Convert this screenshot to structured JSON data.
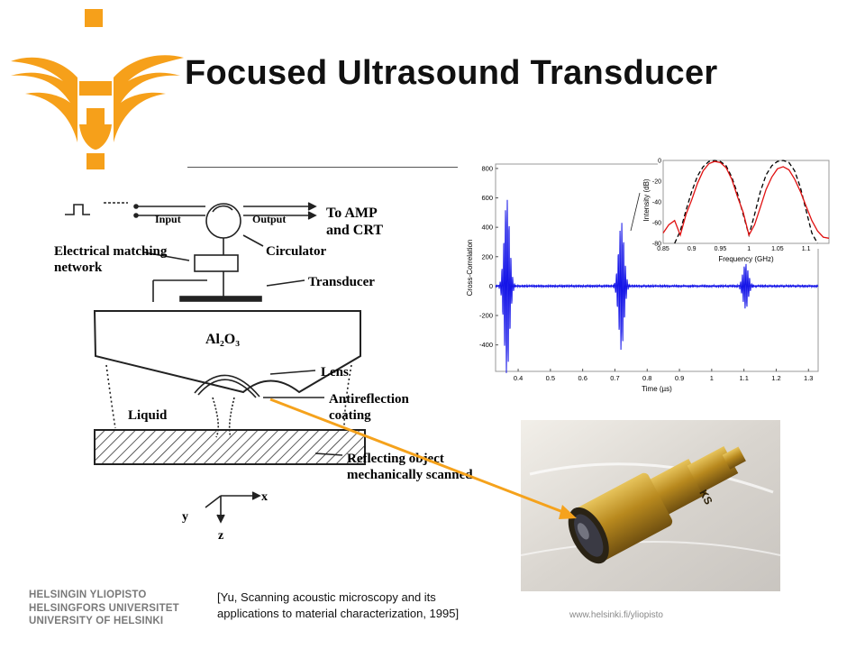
{
  "slide": {
    "title": "Focused Ultrasound Transducer",
    "citation": [
      "[Yu, Scanning acoustic microscopy  and its",
      "applications to material characterization, 1995]"
    ],
    "university": [
      "HELSINGIN YLIOPISTO",
      "HELSINGFORS UNIVERSITET",
      "UNIVERSITY OF HELSINKI"
    ],
    "url": "www.helsinki.fi/yliopisto",
    "colors": {
      "brand_orange": "#f6a01a",
      "signal_blue": "#1515e8",
      "inset_red": "#e01010",
      "arrow": "#f5a21c"
    }
  },
  "schematic": {
    "input_label": "Input",
    "output_label": "Output",
    "to_amp": "To  AMP",
    "and_crt": "and CRT",
    "electrical_1": "Electrical matching",
    "electrical_2": "network",
    "circulator": "Circulator",
    "transducer": "Transducer",
    "material": "Al₂O₃",
    "lens": "Lens",
    "antireflection_1": "Antireflection",
    "antireflection_2": "coating",
    "liquid": "Liquid",
    "reflecting_1": "Reflecting object",
    "reflecting_2": "mechanically scanned",
    "axis_x": "x",
    "axis_y": "y",
    "axis_z": "z"
  },
  "chart_data": [
    {
      "type": "line",
      "xlabel": "Time (µs)",
      "ylabel": "Cross-Correlation",
      "xlim": [
        0.33,
        1.33
      ],
      "ylim": [
        -580,
        830
      ],
      "x_ticks": [
        0.4,
        0.5,
        0.6,
        0.7,
        0.8,
        0.9,
        1,
        1.1,
        1.2,
        1.3
      ],
      "y_ticks": [
        -400,
        -200,
        0,
        200,
        400,
        600,
        800
      ],
      "grid": false,
      "series": [
        {
          "color": "#1515e8",
          "bursts": [
            {
              "center_us": 0.365,
              "peak": 620,
              "trough": -570
            },
            {
              "center_us": 0.72,
              "peak": 450,
              "trough": -420
            },
            {
              "center_us": 1.105,
              "peak": 180,
              "trough": -130
            }
          ]
        }
      ]
    },
    {
      "type": "line",
      "xlabel": "Frequency (GHz)",
      "ylabel": "Intensity (dB)",
      "xlim": [
        0.85,
        1.14
      ],
      "ylim": [
        -80,
        0
      ],
      "x_ticks": [
        "0.85",
        "0.9",
        "0.95",
        "1",
        "1.05",
        "1.1"
      ],
      "y_ticks": [
        0,
        -20,
        -40,
        -60,
        -80
      ],
      "series": [
        {
          "style": "solid",
          "color": "#e01010",
          "x": [
            0.85,
            0.86,
            0.87,
            0.88,
            0.89,
            0.9,
            0.91,
            0.92,
            0.93,
            0.94,
            0.95,
            0.96,
            0.97,
            0.98,
            0.99,
            1.0,
            1.01,
            1.02,
            1.03,
            1.04,
            1.05,
            1.06,
            1.07,
            1.08,
            1.09,
            1.1,
            1.11,
            1.12,
            1.13,
            1.14
          ],
          "y": [
            -70,
            -62,
            -58,
            -72,
            -52,
            -38,
            -22,
            -10,
            -3,
            -1,
            -2,
            -7,
            -18,
            -35,
            -50,
            -72,
            -62,
            -45,
            -28,
            -16,
            -8,
            -6,
            -9,
            -18,
            -30,
            -44,
            -58,
            -68,
            -74,
            -75
          ]
        },
        {
          "style": "dashed",
          "color": "#000000",
          "x": [
            0.87,
            0.88,
            0.89,
            0.9,
            0.91,
            0.92,
            0.93,
            0.94,
            0.95,
            0.96,
            0.97,
            0.98,
            0.99,
            1.0,
            1.01,
            1.02,
            1.03,
            1.04,
            1.05,
            1.06,
            1.07,
            1.08,
            1.09,
            1.1,
            1.11,
            1.12
          ],
          "y": [
            -80,
            -68,
            -48,
            -30,
            -15,
            -6,
            -1,
            0,
            -1,
            -5,
            -16,
            -32,
            -52,
            -72,
            -52,
            -30,
            -14,
            -5,
            -1,
            0,
            -2,
            -10,
            -26,
            -48,
            -70,
            -80
          ]
        }
      ]
    }
  ]
}
